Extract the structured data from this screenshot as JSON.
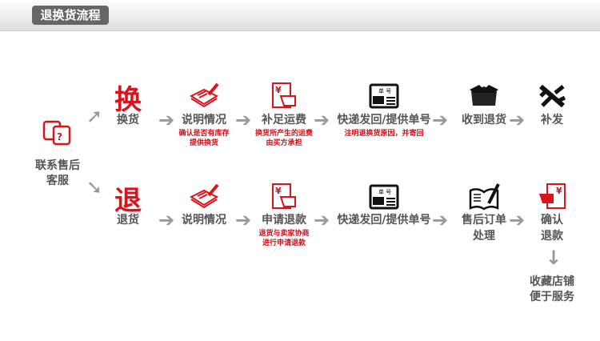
{
  "header": {
    "title": "退换货流程"
  },
  "start": {
    "line1": "联系售后",
    "line2": "客服"
  },
  "exchange": {
    "big": "换",
    "steps": [
      {
        "label": "换货"
      },
      {
        "label": "说明情况",
        "note1": "确认是否有库存",
        "note2": "提供换货",
        "icon": "notebook-pen-icon"
      },
      {
        "label": "补足运费",
        "note1": "换货所产生的运费",
        "note2": "由买方承担",
        "icon": "yen-payment-icon"
      },
      {
        "label": "快递发回/提供单号",
        "note1": "注明退换货原因，并寄回",
        "icon": "waybill-icon"
      },
      {
        "label": "收到退货",
        "icon": "box-icon"
      },
      {
        "label": "补发",
        "icon": "airplane-icon"
      }
    ]
  },
  "refund": {
    "big": "退",
    "steps": [
      {
        "label": "退货"
      },
      {
        "label": "说明情况",
        "icon": "notebook-pen-icon"
      },
      {
        "label": "申请退款",
        "note1": "退货与卖家协商",
        "note2": "进行申请退款",
        "icon": "yen-payment-icon"
      },
      {
        "label": "快递发回/提供单号",
        "icon": "waybill-icon"
      },
      {
        "label": "售后订单",
        "label2": "处理",
        "icon": "book-pen-icon"
      },
      {
        "label": "确认",
        "label2": "退款",
        "icon": "yen-refund-icon"
      }
    ]
  },
  "waybill_text": "单 号",
  "final": {
    "line1": "收藏店铺",
    "line2": "便于服务"
  },
  "colors": {
    "accent": "#d9141c",
    "arrow": "#999999",
    "text": "#555555"
  }
}
